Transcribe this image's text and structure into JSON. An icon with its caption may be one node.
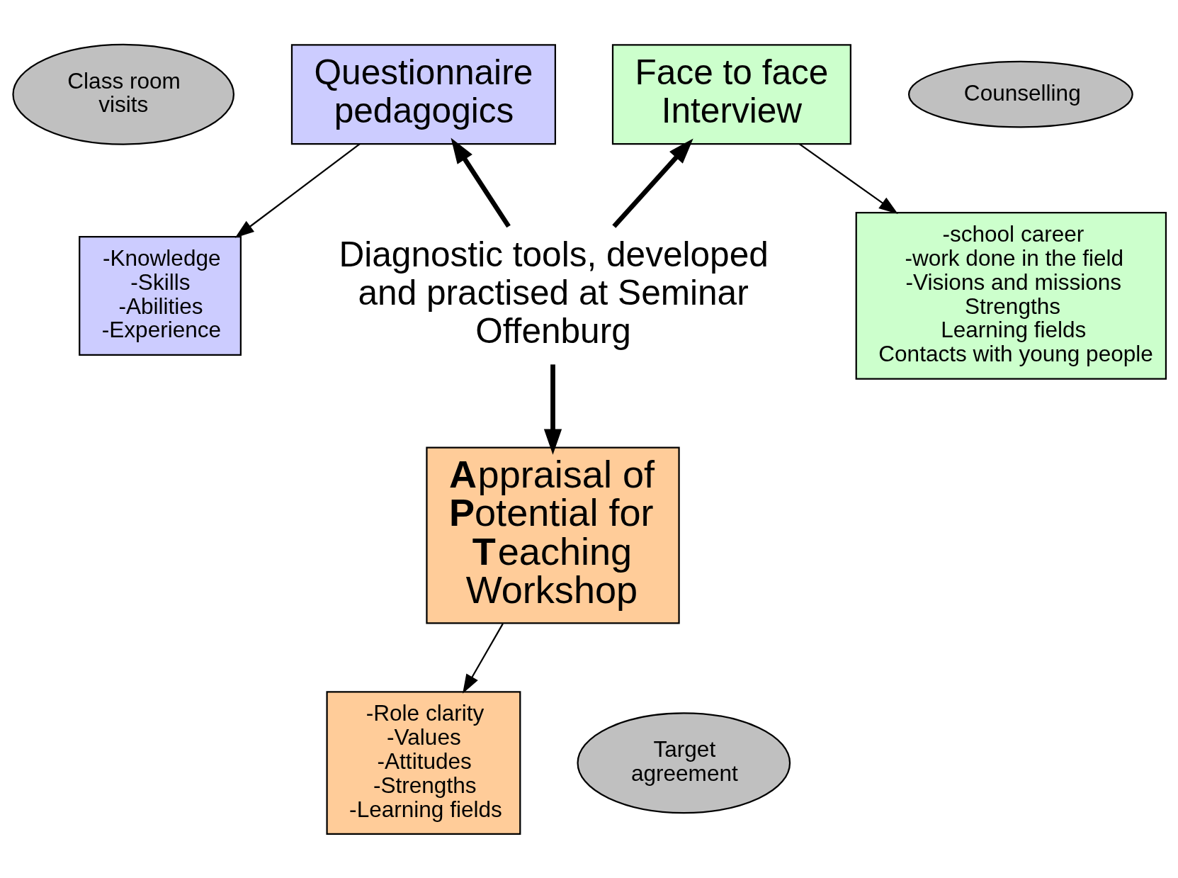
{
  "diagram": {
    "nodes": [
      {
        "text": [
          "Class room visits"
        ]
      },
      {
        "text": [
          "Questionnaire pedagogics"
        ]
      },
      {
        "text": [
          "Face to face Interview"
        ]
      },
      {
        "text": [
          "Counselling"
        ]
      },
      {
        "text": [
          "-Knowledge",
          "-Skills",
          "-Abilities",
          "-Experience"
        ]
      },
      {
        "text": [
          "Diagnostic tools, developed and practised at Seminar Offenburg"
        ]
      },
      {
        "text": [
          "-school career",
          "-work done in the field",
          "-Visions and missions",
          "Strengths",
          "Learning fields",
          "Contacts with young people"
        ]
      },
      {
        "text": [
          "**A**ppraisal of **P**otential for **T**eaching Workshop"
        ]
      },
      {
        "text": [
          "-Role clarity",
          "-Values",
          "-Attitudes",
          "-Strengths",
          "-Learning fields"
        ]
      },
      {
        "text": [
          "Target agreement"
        ]
      }
    ],
    "edges": [
      {
        "from": 5,
        "to": 1,
        "arrow": "to",
        "style": "thick"
      },
      {
        "from": 5,
        "to": 2,
        "arrow": "to",
        "style": "thick"
      },
      {
        "from": 1,
        "to": 4,
        "arrow": "to"
      },
      {
        "from": 2,
        "to": 6,
        "arrow": "to"
      },
      {
        "from": 5,
        "to": 7,
        "arrow": "to",
        "style": "thick"
      },
      {
        "from": 7,
        "to": 8,
        "arrow": "to"
      }
    ]
  }
}
